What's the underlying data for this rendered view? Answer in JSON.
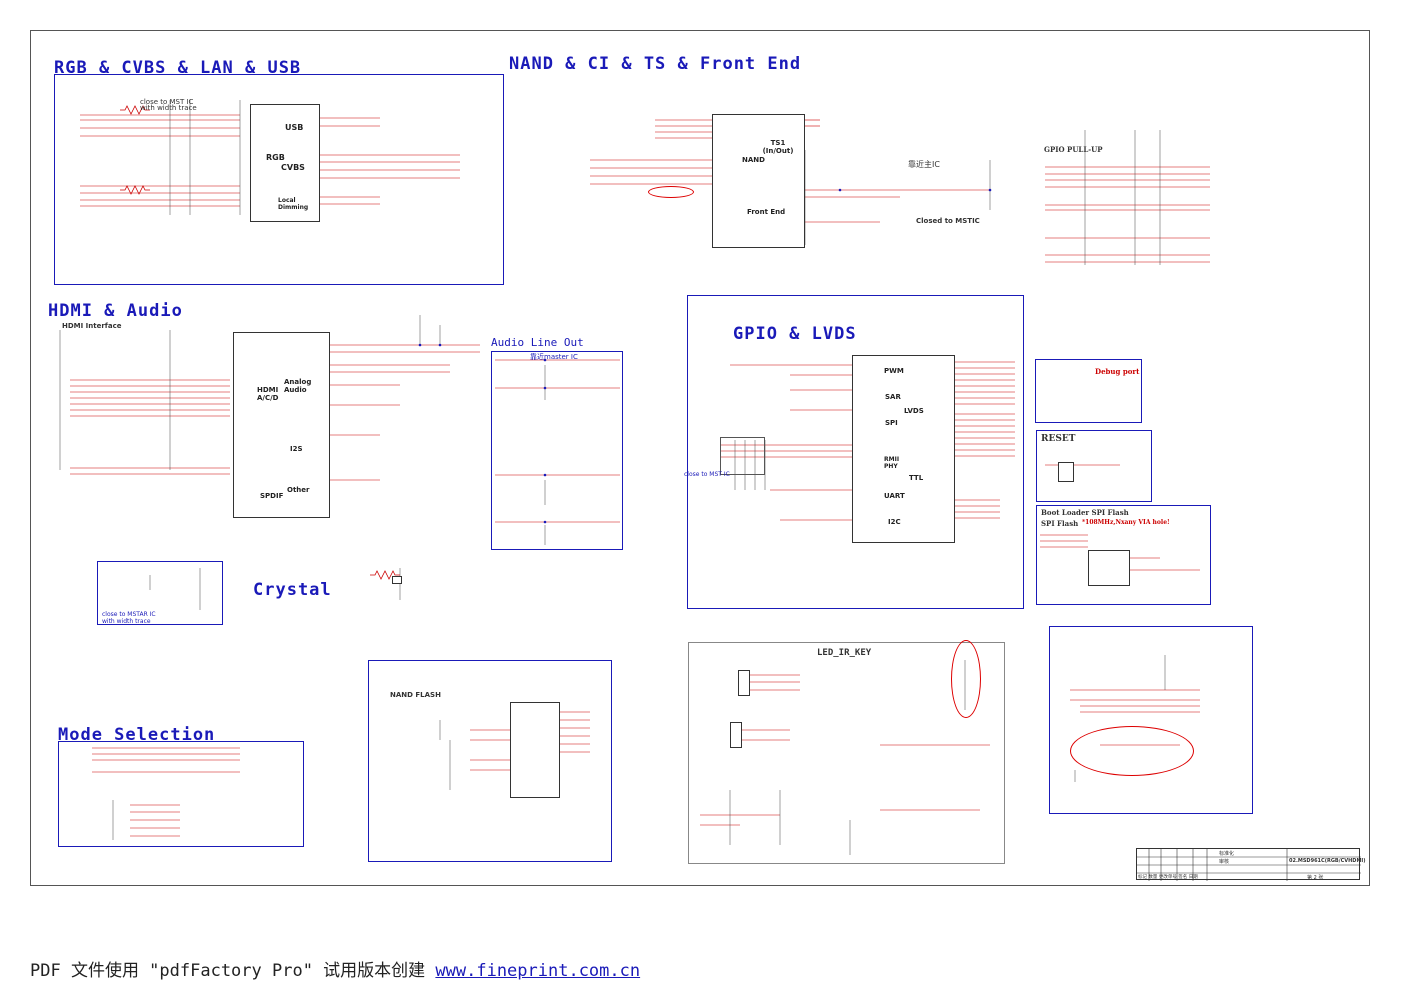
{
  "titles": {
    "rgb": "RGB & CVBS & LAN & USB",
    "nand": "NAND & CI & TS & Front End",
    "hdmi": "HDMI & Audio",
    "gpio": "GPIO & LVDS",
    "crystal": "Crystal",
    "mode": "Mode Selection"
  },
  "labels": {
    "close_to_mst": "close to MST IC",
    "with_width": "with width trace",
    "usb": "USB",
    "rgb_block": "RGB",
    "cvbs": "CVBS",
    "local_dimming": "Local Dimming",
    "ts1": "TS1 (In/Out)",
    "nand_block": "NAND",
    "front_end": "Front End",
    "near_ic": "靠近主IC",
    "closed_to_mstic": "Closed to MSTIC",
    "gpio_pullup": "GPIO PULL-UP",
    "hdmi_interface": "HDMI Interface",
    "hdmi_acd": "HDMI A/C/D",
    "analog_audio": "Analog Audio",
    "i2s": "I2S",
    "spdif": "SPDIF",
    "other": "Other",
    "audio_line_out": "Audio Line Out",
    "near_master_ic": "靠近master IC",
    "pwm": "PWM",
    "sar": "SAR",
    "spi": "SPI",
    "lvds": "LVDS",
    "rmii_phy": "RMII PHY",
    "ttl": "TTL",
    "uart": "UART",
    "i2c": "I2C",
    "debug_port": "Debug port",
    "reset": "RESET",
    "boot_loader": "Boot Loader SPI Flash",
    "spi_flash": "SPI Flash",
    "spi_speed": "*108MHz,Nxany VIA hole!",
    "close_to_mstar": "close to MSTAR IC",
    "with_width_trace": "with width trace",
    "nand_flash": "NAND FLASH",
    "led_ir_key": "LED_IR_KEY",
    "close_to_mst_ic2": "close to MST IC",
    "tb_row1": "标准化",
    "tb_row2": "审核",
    "tb_model": "02.MSD961C(RGB/CVHDMI)",
    "tb_cols": "标记 数量 更改单号 签名 日期",
    "tb_page": "第 2 张"
  },
  "footer": {
    "text": "PDF 文件使用 \"pdfFactory Pro\" 试用版本创建 ",
    "link": "www.fineprint.com.cn"
  }
}
